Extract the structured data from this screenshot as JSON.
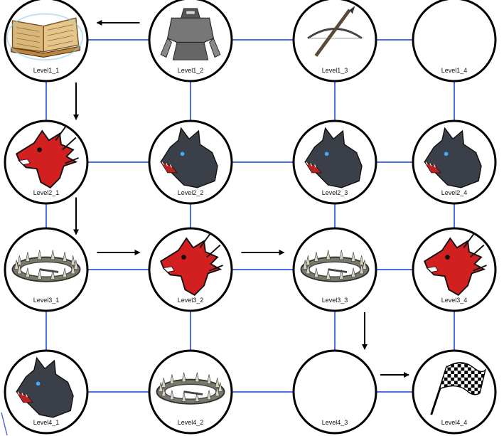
{
  "diagram": {
    "colors": {
      "edge": "#4a6fe0",
      "node_stroke": "#000000",
      "node_fill": "#ffffff",
      "arrow": "#000000",
      "dragon": "#d21f1f",
      "wolf": "#3a3f48",
      "book": "#b8863f"
    },
    "nodes": [
      {
        "id": "n11",
        "label": "Level1_1",
        "icon": "open-book-icon"
      },
      {
        "id": "n12",
        "label": "Level1_2",
        "icon": "armored-knight-icon"
      },
      {
        "id": "n13",
        "label": "Level1_3",
        "icon": "crossbow-icon"
      },
      {
        "id": "n14",
        "label": "Level1_4",
        "icon": "empty"
      },
      {
        "id": "n21",
        "label": "Level2_1",
        "icon": "red-dragon-icon"
      },
      {
        "id": "n22",
        "label": "Level2_2",
        "icon": "wolf-icon"
      },
      {
        "id": "n23",
        "label": "Level2_3",
        "icon": "wolf-icon"
      },
      {
        "id": "n24",
        "label": "Level2_4",
        "icon": "wolf-icon"
      },
      {
        "id": "n31",
        "label": "Level3_1",
        "icon": "bear-trap-icon"
      },
      {
        "id": "n32",
        "label": "Level3_2",
        "icon": "red-dragon-icon"
      },
      {
        "id": "n33",
        "label": "Level3_3",
        "icon": "bear-trap-icon"
      },
      {
        "id": "n34",
        "label": "Level3_4",
        "icon": "red-dragon-icon"
      },
      {
        "id": "n41",
        "label": "Level4_1",
        "icon": "wolf-icon"
      },
      {
        "id": "n42",
        "label": "Level4_2",
        "icon": "bear-trap-icon"
      },
      {
        "id": "n43",
        "label": "Level4_3",
        "icon": "empty"
      },
      {
        "id": "n44",
        "label": "Level4_4",
        "icon": "checkered-flag-icon"
      }
    ],
    "edges": [
      [
        "n11",
        "n12"
      ],
      [
        "n12",
        "n13"
      ],
      [
        "n13",
        "n14"
      ],
      [
        "n21",
        "n22"
      ],
      [
        "n22",
        "n23"
      ],
      [
        "n23",
        "n24"
      ],
      [
        "n31",
        "n32"
      ],
      [
        "n32",
        "n33"
      ],
      [
        "n33",
        "n34"
      ],
      [
        "n41",
        "n42"
      ],
      [
        "n42",
        "n43"
      ],
      [
        "n43",
        "n44"
      ],
      [
        "n11",
        "n21"
      ],
      [
        "n21",
        "n31"
      ],
      [
        "n31",
        "n41"
      ],
      [
        "n12",
        "n22"
      ],
      [
        "n22",
        "n32"
      ],
      [
        "n32",
        "n42"
      ],
      [
        "n13",
        "n23"
      ],
      [
        "n23",
        "n33"
      ],
      [
        "n33",
        "n43"
      ],
      [
        "n14",
        "n24"
      ],
      [
        "n24",
        "n34"
      ],
      [
        "n34",
        "n44"
      ]
    ],
    "path_arrows": [
      {
        "from": "n12",
        "to": "n11"
      },
      {
        "from": "n11",
        "to": "n21"
      },
      {
        "from": "n21",
        "to": "n31"
      },
      {
        "from": "n31",
        "to": "n32"
      },
      {
        "from": "n32",
        "to": "n33"
      },
      {
        "from": "n33",
        "to": "n43"
      },
      {
        "from": "n43",
        "to": "n44"
      }
    ]
  }
}
